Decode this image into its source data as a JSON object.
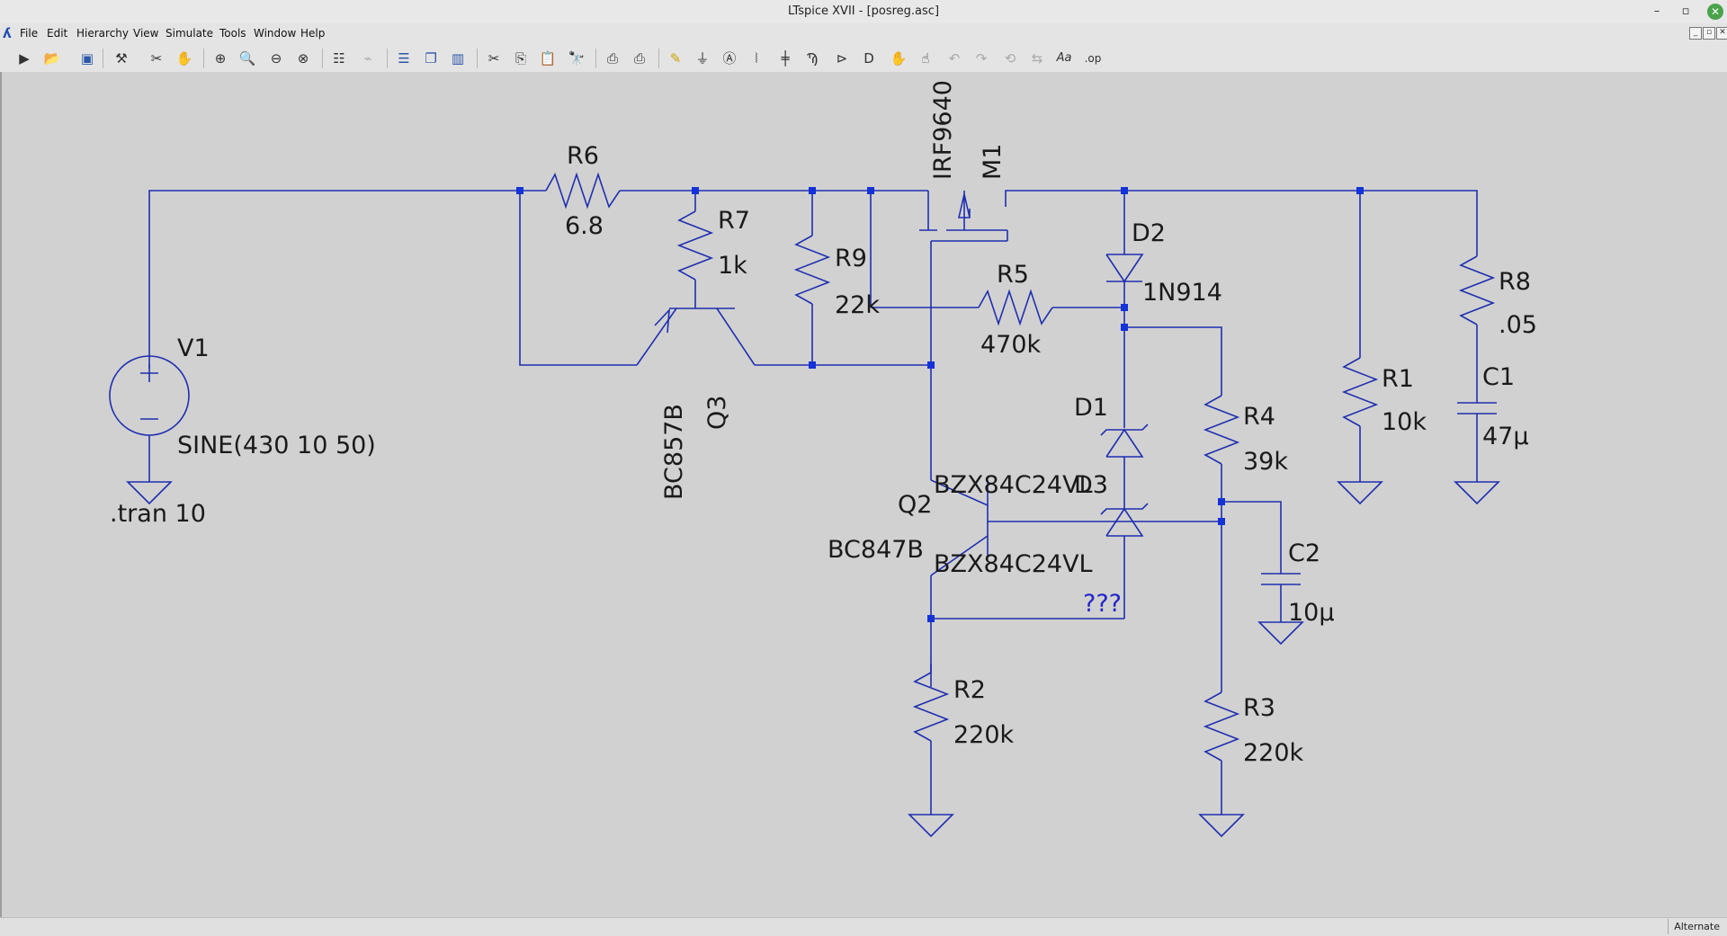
{
  "window": {
    "title": "LTspice XVII - [posreg.asc]",
    "minimize_glyph": "–",
    "restore_glyph": "▫",
    "close_glyph": "✕"
  },
  "menubar": {
    "items": [
      "File",
      "Edit",
      "Hierarchy",
      "View",
      "Simulate",
      "Tools",
      "Window",
      "Help"
    ],
    "mdi_min": "_",
    "mdi_restore": "▫",
    "mdi_close": "✕"
  },
  "toolbar": {
    "icons": [
      "run-icon",
      "open-icon",
      "save-icon",
      "control-panel-icon",
      "undo-probe-icon",
      "halt-icon",
      "zoom-in-icon",
      "zoom-fit-icon",
      "zoom-out-icon",
      "zoom-cancel-icon",
      "autorange-icon",
      "waveform-icon",
      "tile-horizontal-icon",
      "cascade-icon",
      "tile-vertical-icon",
      "cut-icon",
      "copy-icon",
      "paste-icon",
      "find-icon",
      "print-icon",
      "print-preview-icon",
      "wire-icon",
      "ground-icon",
      "label-icon",
      "resistor-icon",
      "capacitor-icon",
      "inductor-icon",
      "diode-icon",
      "component-icon",
      "move-icon",
      "drag-icon",
      "undo-icon",
      "redo-icon",
      "rotate-icon",
      "mirror-icon",
      "text-icon",
      "spice-directive-icon"
    ],
    "text_label": "Aa",
    "op_label": ".op"
  },
  "schematic": {
    "wire_color": "#1f2fb0",
    "junction_color": "#1432d8",
    "text_color": "#1a1a1a",
    "unknown_color": "#2226c8",
    "components": {
      "V1": {
        "name": "V1",
        "value": "SINE(430 10 50)"
      },
      "R6": {
        "name": "R6",
        "value": "6.8"
      },
      "R7": {
        "name": "R7",
        "value": "1k"
      },
      "R9": {
        "name": "R9",
        "value": "22k"
      },
      "M1": {
        "name": "M1",
        "value": "IRF9640"
      },
      "R5": {
        "name": "R5",
        "value": "470k"
      },
      "D2": {
        "name": "D2",
        "value": "1N914"
      },
      "R8": {
        "name": "R8",
        "value": ".05"
      },
      "C1": {
        "name": "C1",
        "value": "47µ"
      },
      "R1": {
        "name": "R1",
        "value": "10k"
      },
      "Q3": {
        "name": "Q3",
        "value": "BC857B"
      },
      "D1": {
        "name": "D1",
        "value": "BZX84C24VL"
      },
      "D3": {
        "name": "D3",
        "value": "BZX84C24VL"
      },
      "R4": {
        "name": "R4",
        "value": "39k"
      },
      "Q2": {
        "name": "Q2",
        "value": "BC847B"
      },
      "C2": {
        "name": "C2",
        "value": "10µ"
      },
      "R2": {
        "name": "R2",
        "value": "220k"
      },
      "R3": {
        "name": "R3",
        "value": "220k"
      }
    },
    "directive": ".tran 10",
    "unknown_label": "???"
  },
  "statusbar": {
    "mode": "Alternate"
  }
}
